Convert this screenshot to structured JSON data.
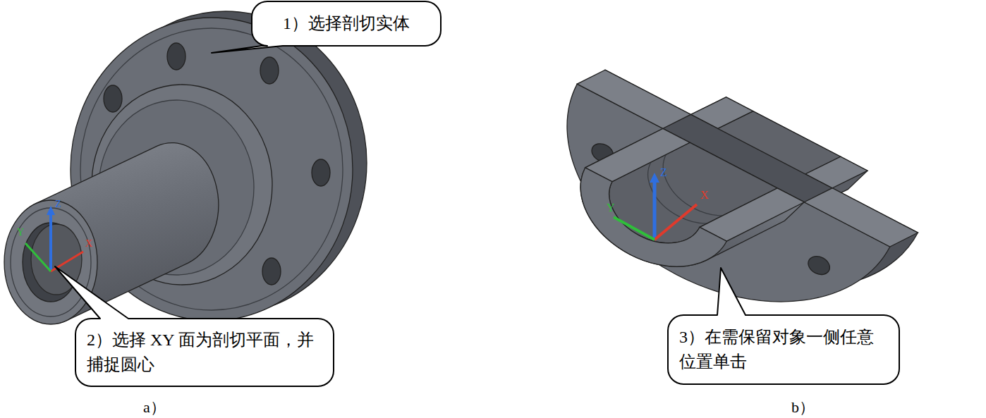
{
  "diagram": {
    "nodes": [
      {
        "text": [
          "1）选择剖切实体"
        ]
      },
      {
        "text": [
          "2）选择 XY 面为剖切平面，并捕捉圆心"
        ]
      },
      {
        "text": [
          "3）在需保留对象一侧任意位置单击"
        ]
      }
    ],
    "labels": [
      "Z",
      "Y",
      "X",
      "a）",
      "Z",
      "Y",
      "X",
      "b）"
    ]
  }
}
